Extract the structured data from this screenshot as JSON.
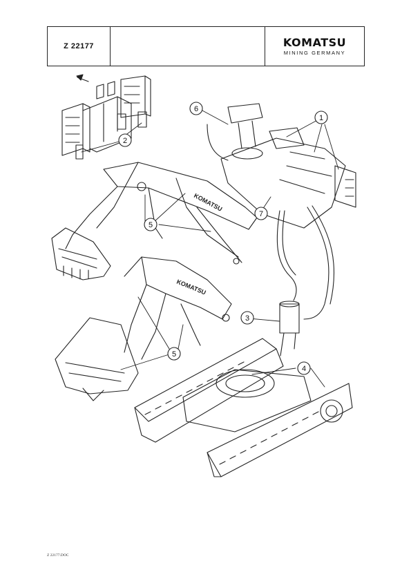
{
  "header": {
    "doc_id": "Z 22177",
    "brand": "KOMATSU",
    "brand_sub": "MINING GERMANY"
  },
  "callouts": [
    "1",
    "2",
    "3",
    "4",
    "5",
    "5",
    "6",
    "7"
  ],
  "boom_lettering": [
    "KOMATSU",
    "KOMATSU"
  ],
  "footer": {
    "file_name": "Z 22177.DOC"
  }
}
